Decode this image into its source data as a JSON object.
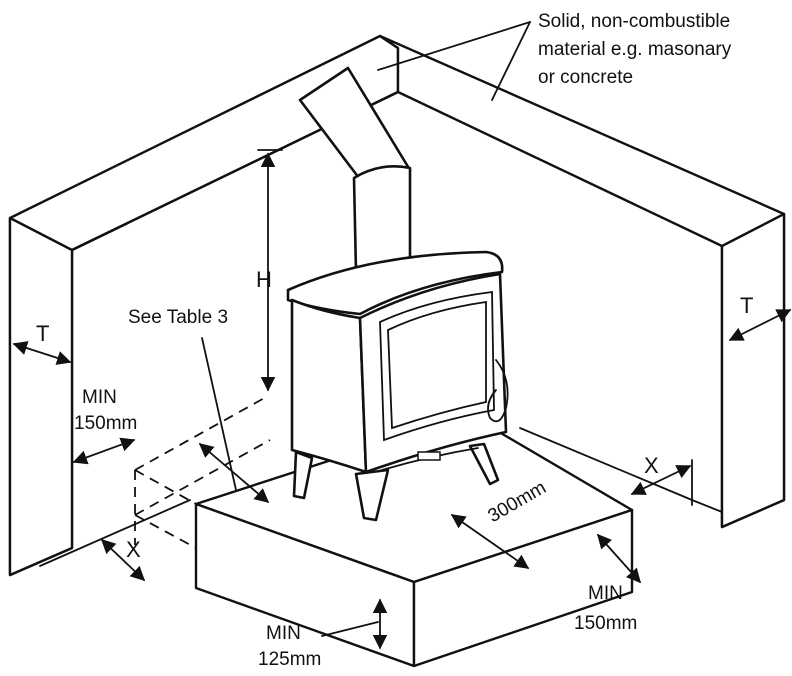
{
  "labels": {
    "material_line1": "Solid, non-combustible",
    "material_line2": "material e.g. masonary",
    "material_line3": "or concrete",
    "see_table": "See Table 3",
    "height": "H",
    "thickness_left": "T",
    "thickness_right": "T",
    "min_left_1": "MIN",
    "min_left_2": "150mm",
    "x_left": "X",
    "x_right": "X",
    "front_300": "300mm",
    "min_right_1": "MIN",
    "min_right_2": "150mm",
    "min_hearth_1": "MIN",
    "min_hearth_2": "125mm"
  }
}
